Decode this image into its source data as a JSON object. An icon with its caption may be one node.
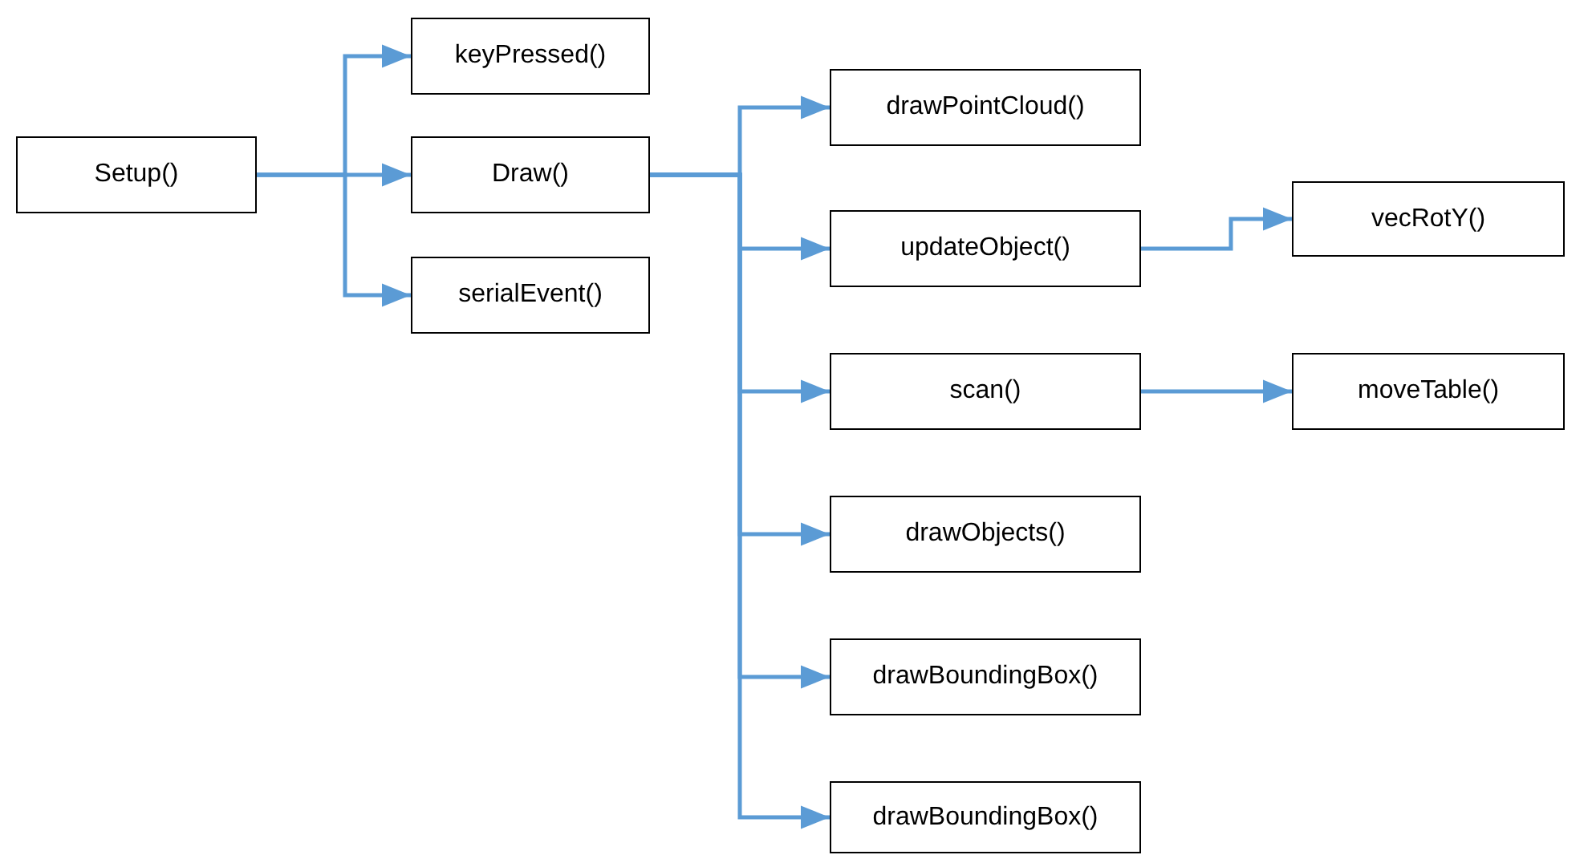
{
  "diagram": {
    "nodes": [
      {
        "text": [
          "Setup()"
        ]
      },
      {
        "text": [
          "keyPressed()"
        ]
      },
      {
        "text": [
          "Draw()"
        ]
      },
      {
        "text": [
          "serialEvent()"
        ]
      },
      {
        "text": [
          "drawPointCloud()"
        ]
      },
      {
        "text": [
          "updateObject()"
        ]
      },
      {
        "text": [
          "scan()"
        ]
      },
      {
        "text": [
          "drawObjects()"
        ]
      },
      {
        "text": [
          "drawBoundingBox()"
        ]
      },
      {
        "text": [
          "drawBoundingBox()"
        ]
      },
      {
        "text": [
          "vecRotY()"
        ]
      },
      {
        "text": [
          "moveTable()"
        ]
      }
    ],
    "edges": [
      {
        "from": 0,
        "to": 1,
        "arrow": "to"
      },
      {
        "from": 0,
        "to": 2,
        "arrow": "to"
      },
      {
        "from": 0,
        "to": 3,
        "arrow": "to"
      },
      {
        "from": 2,
        "to": 4,
        "arrow": "to"
      },
      {
        "from": 2,
        "to": 5,
        "arrow": "to"
      },
      {
        "from": 2,
        "to": 6,
        "arrow": "to"
      },
      {
        "from": 2,
        "to": 7,
        "arrow": "to"
      },
      {
        "from": 2,
        "to": 8,
        "arrow": "to"
      },
      {
        "from": 2,
        "to": 9,
        "arrow": "to"
      },
      {
        "from": 5,
        "to": 10,
        "arrow": "to"
      },
      {
        "from": 6,
        "to": 11,
        "arrow": "to"
      }
    ]
  }
}
